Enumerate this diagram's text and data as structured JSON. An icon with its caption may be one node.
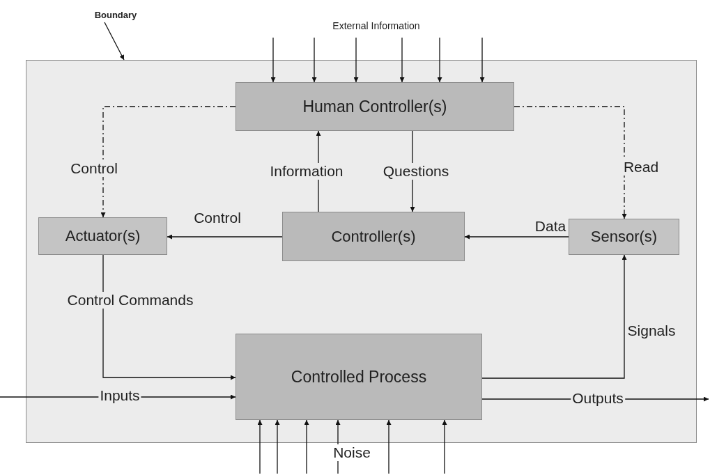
{
  "diagram": {
    "nodes": [
      {
        "text": [
          "Boundary"
        ]
      },
      {
        "text": [],
        "shape": "box"
      },
      {
        "text": [
          "Human Controller(s)"
        ],
        "in": 1
      },
      {
        "text": [
          "Actuator(s)"
        ],
        "in": 1
      },
      {
        "text": [
          "Controller(s)"
        ],
        "in": 1
      },
      {
        "text": [
          "Sensor(s)"
        ],
        "in": 1
      },
      {
        "text": [
          "Controlled Process"
        ],
        "in": 1
      }
    ],
    "edges": [
      {
        "from": 0,
        "to": 1,
        "arrow": "to"
      },
      {
        "from": null,
        "to": 2,
        "arrow": "to"
      },
      {
        "from": null,
        "to": 2,
        "arrow": "to"
      },
      {
        "from": null,
        "to": 2,
        "arrow": "to"
      },
      {
        "from": null,
        "to": 2,
        "arrow": "to"
      },
      {
        "from": null,
        "to": 2,
        "arrow": "to"
      },
      {
        "from": null,
        "to": 2,
        "arrow": "to"
      },
      {
        "from": 2,
        "to": 3,
        "arrow": "to",
        "label": "Control",
        "style": "dashed"
      },
      {
        "from": 2,
        "to": 5,
        "arrow": "to",
        "label": "Read",
        "style": "dashed"
      },
      {
        "from": 4,
        "to": 2,
        "arrow": "to",
        "label": "Information"
      },
      {
        "from": 2,
        "to": 4,
        "arrow": "to",
        "label": "Questions"
      },
      {
        "from": 4,
        "to": 3,
        "arrow": "to",
        "label": "Control"
      },
      {
        "from": 5,
        "to": 4,
        "arrow": "to",
        "label": "Data"
      },
      {
        "from": 3,
        "to": 6,
        "arrow": "to",
        "label": "Control Commands"
      },
      {
        "from": 6,
        "to": 5,
        "arrow": "to",
        "label": "Signals"
      },
      {
        "from": null,
        "to": 6,
        "arrow": "to",
        "label": "Inputs"
      },
      {
        "from": 6,
        "to": null,
        "arrow": "to",
        "label": "Outputs"
      },
      {
        "from": null,
        "to": 6,
        "arrow": "to"
      },
      {
        "from": null,
        "to": 6,
        "arrow": "to"
      },
      {
        "from": null,
        "to": 6,
        "arrow": "to"
      },
      {
        "from": null,
        "to": 6,
        "arrow": "to"
      },
      {
        "from": null,
        "to": 6,
        "arrow": "to"
      },
      {
        "from": null,
        "to": 6,
        "arrow": "to"
      }
    ],
    "labels": [
      "External Information",
      "Noise"
    ]
  }
}
